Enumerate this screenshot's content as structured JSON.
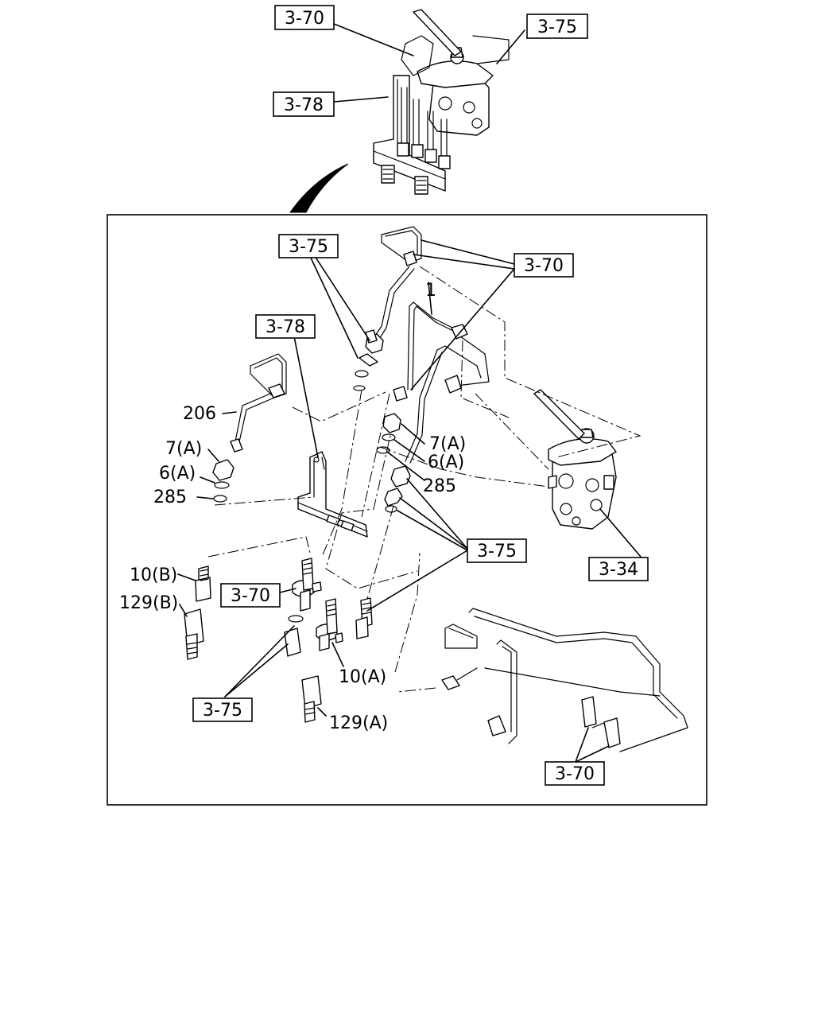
{
  "diagram": {
    "ref_labels": {
      "top_3_70": "3-70",
      "top_3_75": "3-75",
      "top_3_78": "3-78",
      "main_3_75_a": "3-75",
      "main_3_70_a": "3-70",
      "main_3_78": "3-78",
      "main_3_75_b": "3-75",
      "main_3_70_b": "3-70",
      "main_3_34": "3-34",
      "main_3_75_c": "3-75",
      "main_3_70_c": "3-70"
    },
    "part_numbers": {
      "p1": "1",
      "p206": "206",
      "p7a_left": "7(A)",
      "p6a_left": "6(A)",
      "p285_left": "285",
      "p7a_right": "7(A)",
      "p6a_right": "6(A)",
      "p285_right": "285",
      "p10b": "10(B)",
      "p129b": "129(B)",
      "p10a": "10(A)",
      "p129a": "129(A)"
    }
  }
}
